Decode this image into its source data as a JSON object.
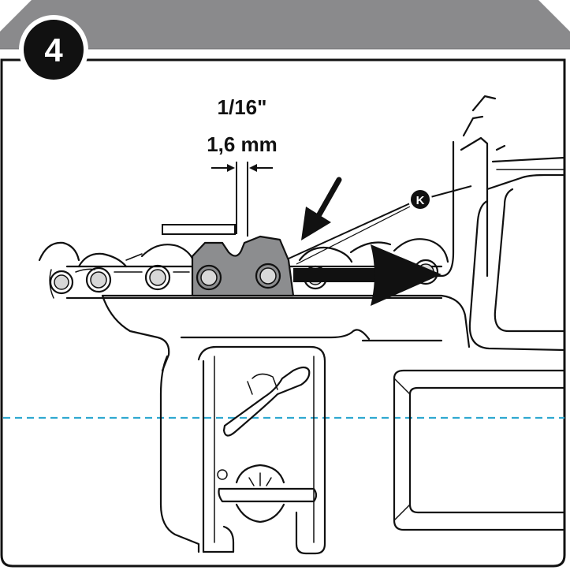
{
  "step": {
    "number": "4"
  },
  "measurement": {
    "inch": "1/16\"",
    "metric": "1,6 mm"
  },
  "callout": {
    "letter": "K"
  },
  "colors": {
    "header_gray": "#8a8a8c",
    "frame": "#111111",
    "cutter_gray": "#8c8d8f",
    "guide_line": "#2fa8d0",
    "arrow": "#111111"
  },
  "icons": [
    "direction-arrow-icon",
    "pointer-arrow-icon",
    "callout-k-badge"
  ]
}
